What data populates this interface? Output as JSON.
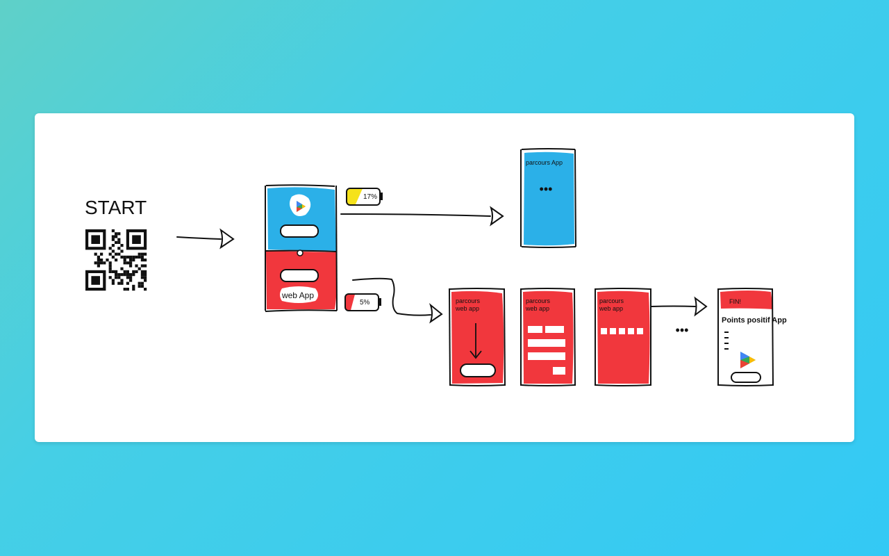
{
  "start_label": "START",
  "phone_main": {
    "webapp_label": "web App"
  },
  "battery_high": {
    "label": "17%",
    "level_percent": 17,
    "color": "#f5e21b"
  },
  "battery_low": {
    "label": "5%",
    "level_percent": 5,
    "color": "#e8353a"
  },
  "screen_app": {
    "title": "parcours App",
    "dots": "•••"
  },
  "screen_web_1": {
    "title_line1": "parcours",
    "title_line2": "web app"
  },
  "screen_web_2": {
    "title_line1": "parcours",
    "title_line2": "web app"
  },
  "screen_web_3": {
    "title_line1": "parcours",
    "title_line2": "web app"
  },
  "ellipsis": "•••",
  "screen_end": {
    "banner": "FIN!",
    "heading": "Points positif App"
  },
  "colors": {
    "blue": "#2bb0e8",
    "red": "#f1373d",
    "yellow": "#f5e21b",
    "ink": "#111111"
  }
}
